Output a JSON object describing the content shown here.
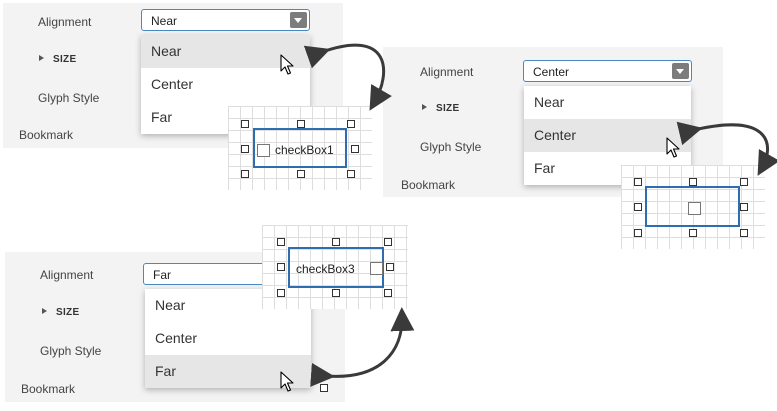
{
  "labels": {
    "alignment": "Alignment",
    "size": "SIZE",
    "glyph_style": "Glyph Style",
    "bookmark": "Bookmark"
  },
  "example_near": {
    "combo_value": "Near",
    "options": [
      "Near",
      "Center",
      "Far"
    ],
    "selected_option": "Near",
    "checkbox_text": "checkBox1",
    "glyph_alignment": "near"
  },
  "example_center": {
    "combo_value": "Center",
    "options": [
      "Near",
      "Center",
      "Far"
    ],
    "selected_option": "Center",
    "checkbox_text": "",
    "glyph_alignment": "center"
  },
  "example_far": {
    "combo_value": "Far",
    "options": [
      "Near",
      "Center",
      "Far"
    ],
    "selected_option": "Far",
    "checkbox_text": "checkBox3",
    "glyph_alignment": "far"
  },
  "colors": {
    "panel_bg": "#f3f3f3",
    "combo_border": "#4a88c2",
    "selection_border": "#2d6db0",
    "selected_option_bg": "#e6e6e6",
    "arrow": "#3a3a3a"
  }
}
